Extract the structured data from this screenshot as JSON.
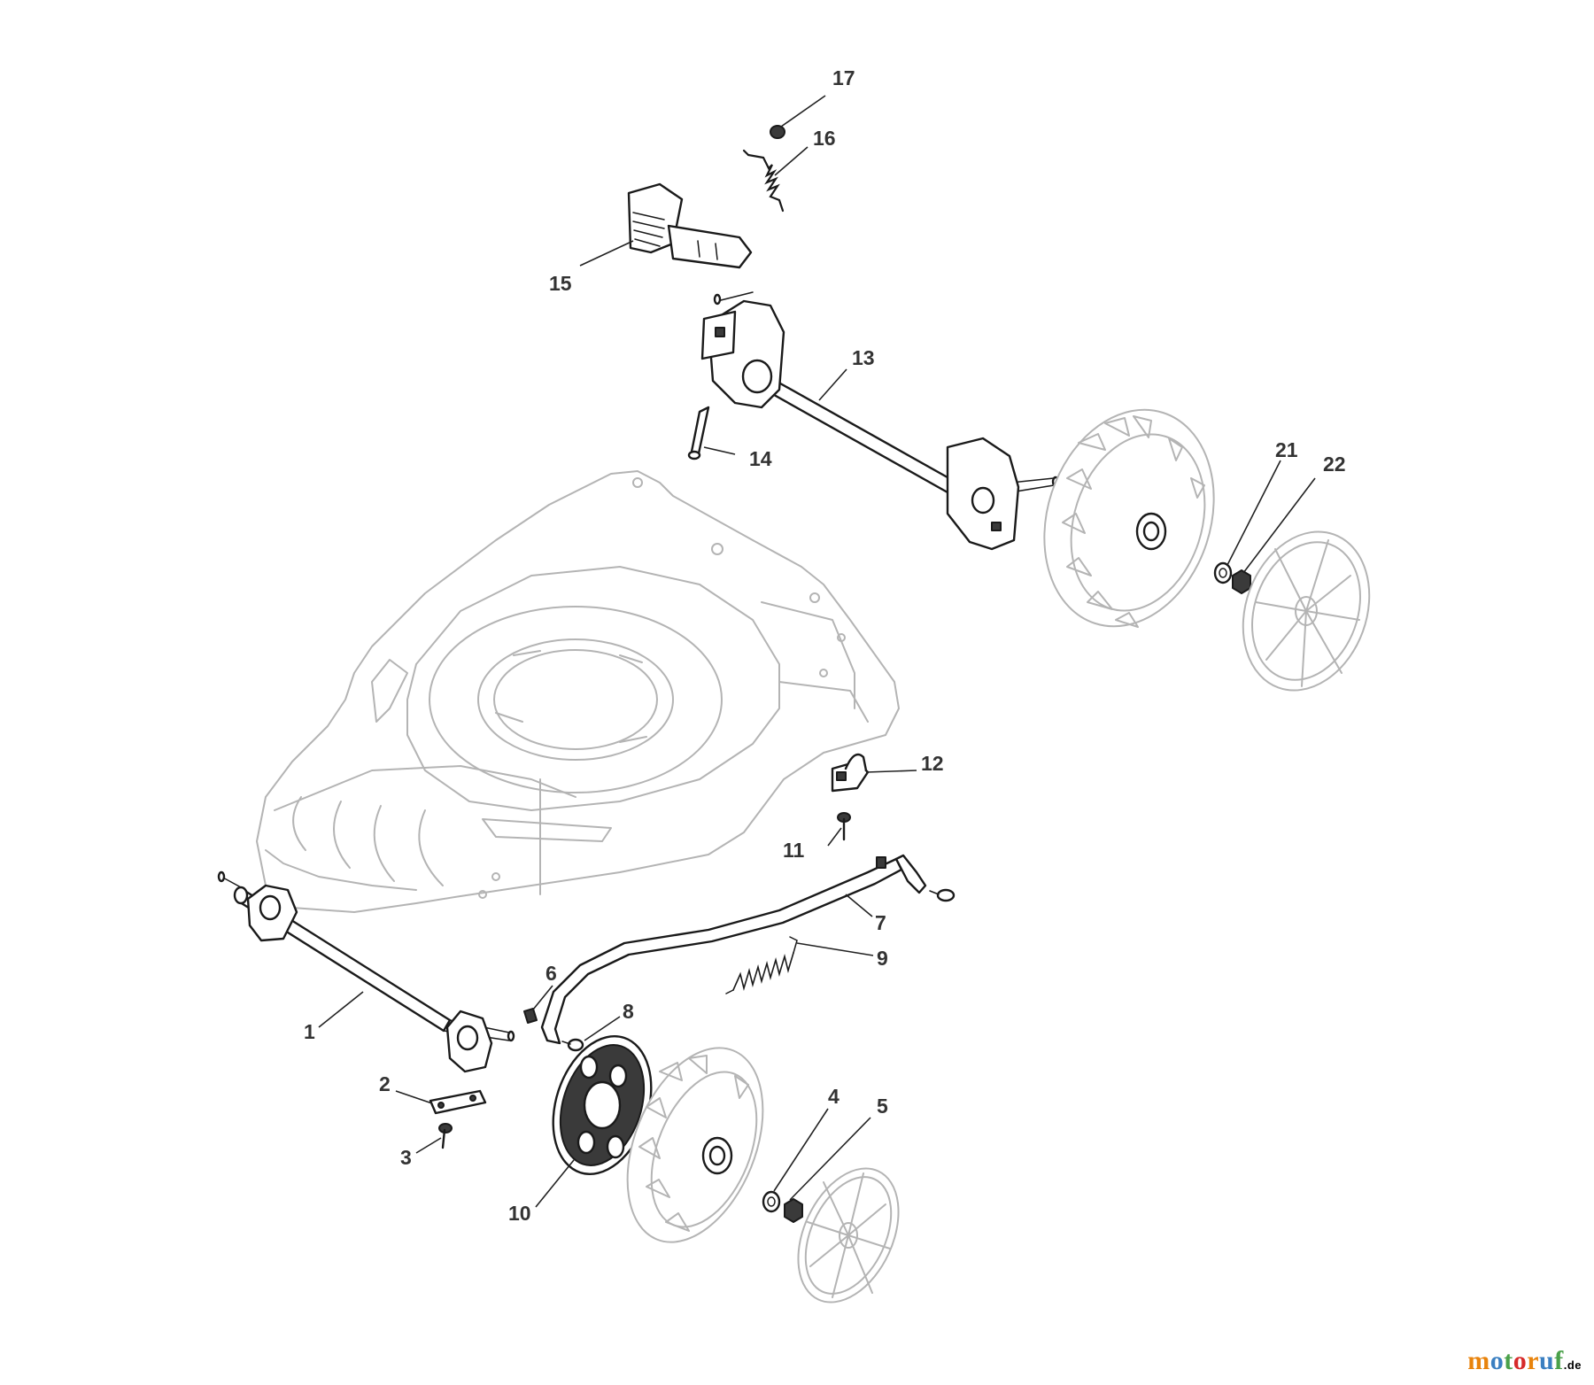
{
  "callouts": [
    {
      "id": "17",
      "text": "17"
    },
    {
      "id": "16",
      "text": "16"
    },
    {
      "id": "15",
      "text": "15"
    },
    {
      "id": "13",
      "text": "13"
    },
    {
      "id": "14",
      "text": "14"
    },
    {
      "id": "21",
      "text": "21"
    },
    {
      "id": "22",
      "text": "22"
    },
    {
      "id": "12",
      "text": "12"
    },
    {
      "id": "11",
      "text": "11"
    },
    {
      "id": "7",
      "text": "7"
    },
    {
      "id": "9",
      "text": "9"
    },
    {
      "id": "6",
      "text": "6"
    },
    {
      "id": "8",
      "text": "8"
    },
    {
      "id": "1",
      "text": "1"
    },
    {
      "id": "2",
      "text": "2"
    },
    {
      "id": "3",
      "text": "3"
    },
    {
      "id": "10",
      "text": "10"
    },
    {
      "id": "4",
      "text": "4"
    },
    {
      "id": "5",
      "text": "5"
    }
  ],
  "brand": {
    "name": "motoruf",
    "tld": ".de",
    "colors": [
      "#e8830c",
      "#3a7fc1",
      "#4aa14a",
      "#d62a2a",
      "#e8830c",
      "#3a7fc1",
      "#4aa14a"
    ]
  }
}
